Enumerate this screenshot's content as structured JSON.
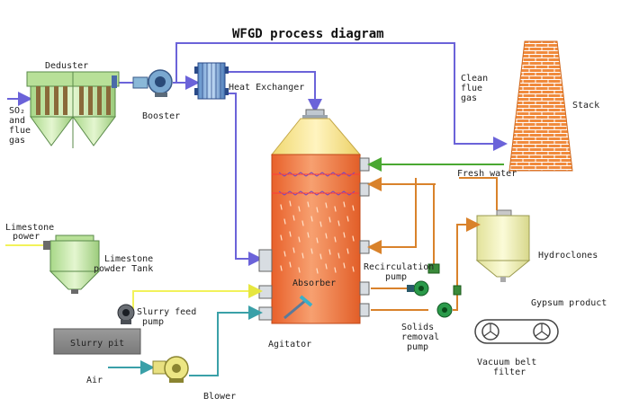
{
  "title": "WFGD process diagram",
  "labels": {
    "deduster": "Deduster",
    "booster": "Booster",
    "heat_exchanger": "Heat Exchanger",
    "so2_flue_gas": [
      "SO₂",
      "and",
      "flue",
      "gas"
    ],
    "clean_flue_gas": [
      "Clean",
      "flue",
      "gas"
    ],
    "stack": "Stack",
    "fresh_water": "Fresh water",
    "hydroclones": "Hydroclones",
    "limestone_power": [
      "Limestone",
      "power"
    ],
    "limestone_tank": [
      "Limestone",
      "powder Tank"
    ],
    "recirculation_pump": [
      "Recirculation",
      "pump"
    ],
    "absorber": "Absorber",
    "gypsum_product": "Gypsum product",
    "slurry_feed_pump": [
      "Slurry feed",
      "pump"
    ],
    "solids_removal_pump": [
      "Solids",
      "removal",
      "pump"
    ],
    "slurry_pit": "Slurry pit",
    "agitator": "Agitator",
    "vacuum_belt_filter": [
      "Vacuum belt",
      "filter"
    ],
    "air": "Air",
    "blower": "Blower"
  },
  "colors": {
    "gas_line": "#6b63d9",
    "water_line": "#4aa832",
    "slurry_line": "#d9822b",
    "limestone_line": "#f2f25a",
    "air_line": "#3aa0a8",
    "stack_brick": "#f08a3c",
    "absorber_body": "#f0804a",
    "absorber_dome": "#f5e79a",
    "tank_green": "#c9eaa8",
    "hydroclone": "#f2f2b8"
  }
}
